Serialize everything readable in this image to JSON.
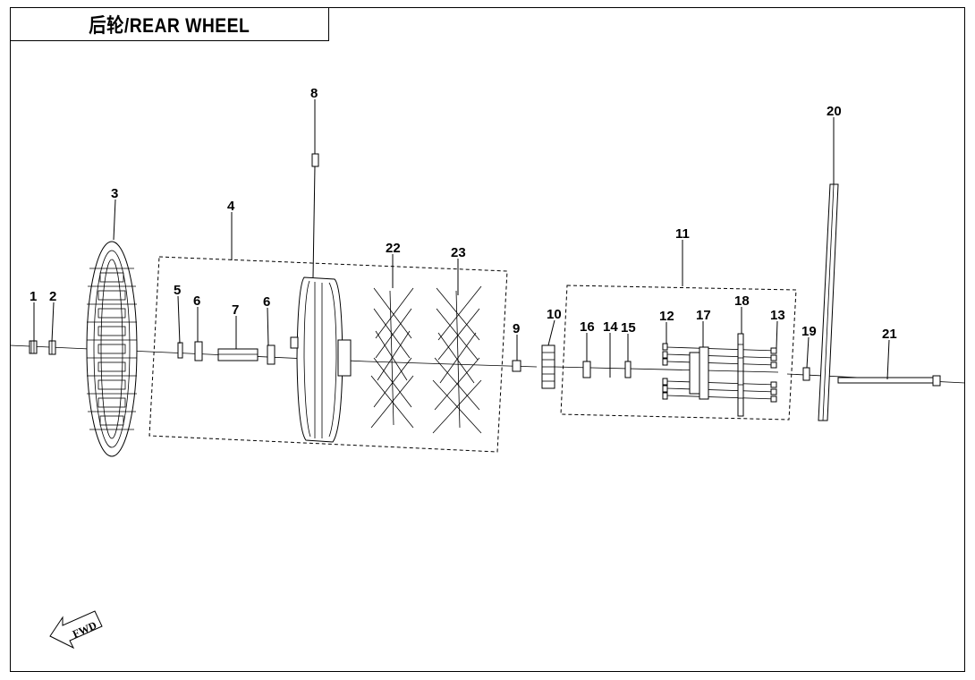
{
  "title": "后轮/REAR  WHEEL",
  "fwd_label": "FWD",
  "callouts": [
    "1",
    "2",
    "3",
    "4",
    "5",
    "6",
    "6",
    "7",
    "8",
    "9",
    "10",
    "11",
    "12",
    "13",
    "14",
    "15",
    "16",
    "17",
    "18",
    "19",
    "20",
    "21",
    "22",
    "23"
  ]
}
